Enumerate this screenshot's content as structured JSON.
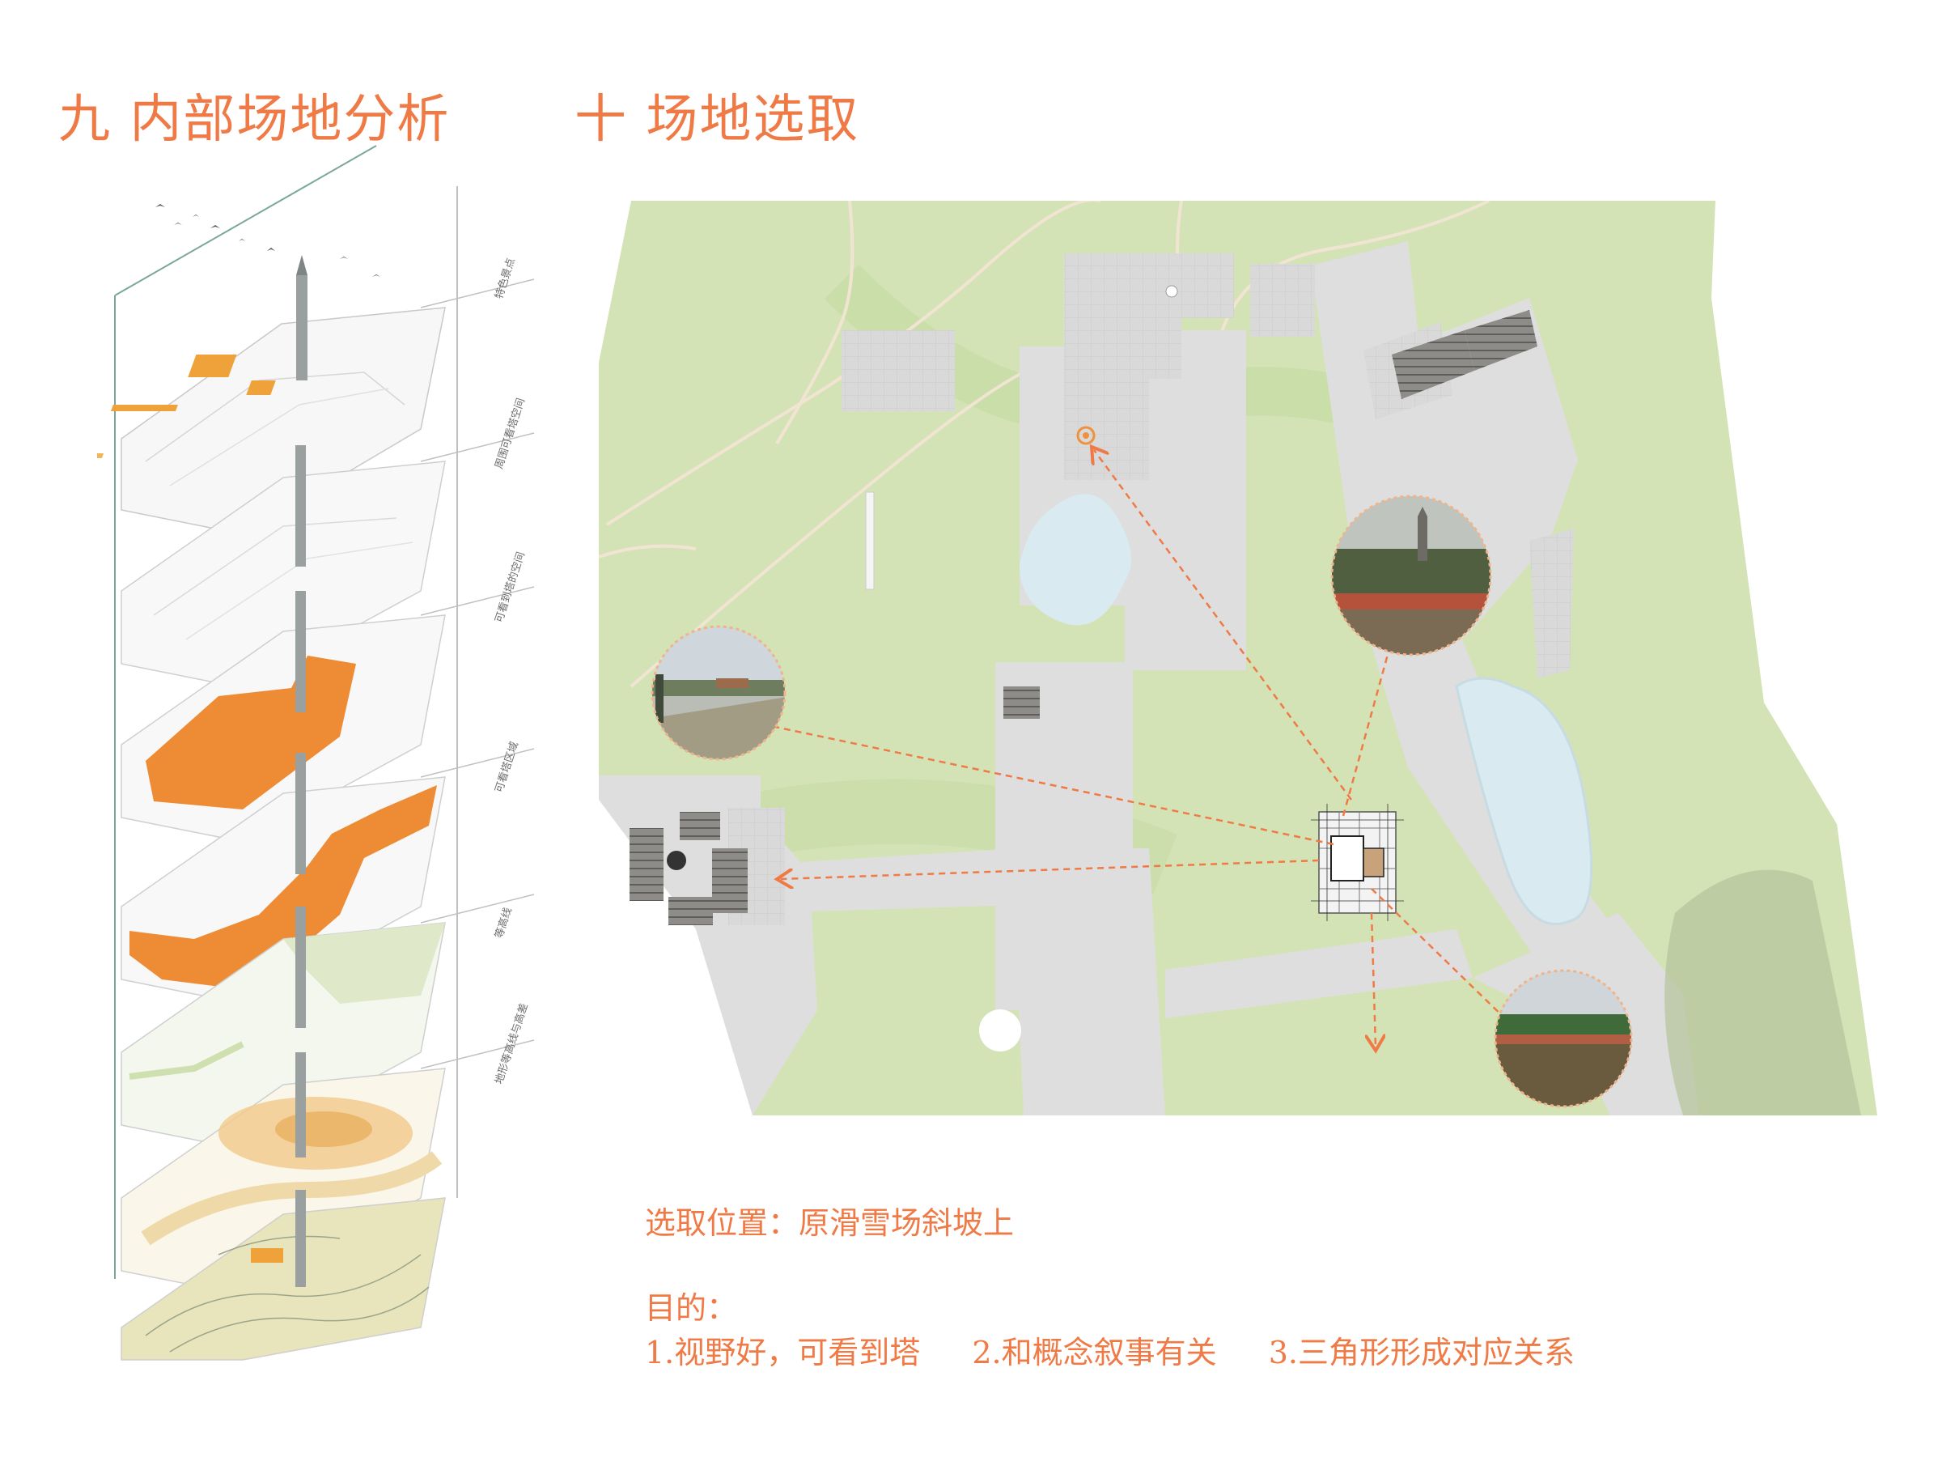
{
  "titles": {
    "left": "九 内部场地分析",
    "right": "十 场地选取"
  },
  "axon_layers": [
    {
      "label": "特色景点"
    },
    {
      "label": "周围可看塔空间"
    },
    {
      "label": "可看到塔的空间"
    },
    {
      "label": "可看塔区域"
    },
    {
      "label": "等高线"
    },
    {
      "label": "地形等高线与高差"
    }
  ],
  "caption": {
    "location": "选取位置：原滑雪场斜坡上",
    "purpose_heading": "目的：",
    "purpose_items": [
      "1.视野好，可看到塔",
      "2.和概念叙事有关",
      "3.三角形形成对应关系"
    ]
  },
  "colors": {
    "accent": "#ef7a45",
    "highlight_orange": "#f0913c",
    "grass": "#cfe0b0",
    "paving": "#dddddd",
    "water": "#d9eaf0",
    "contour_fill": "#e8e2b8"
  }
}
